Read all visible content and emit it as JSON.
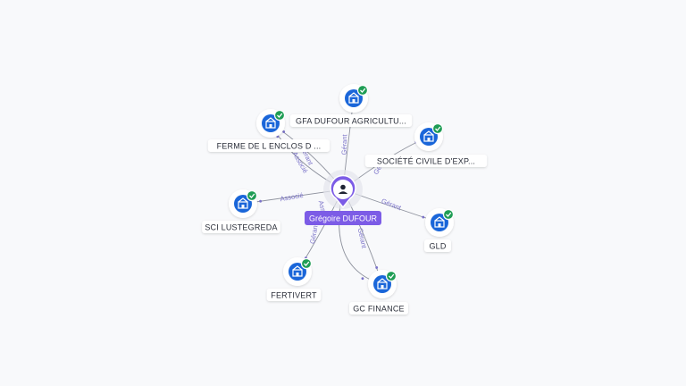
{
  "colors": {
    "accent": "#7c5ce6",
    "node_blue": "#1a66d9",
    "check_green": "#1f9d55",
    "edge": "#7a7f8c",
    "edge_label": "#7b73c9",
    "background": "#f8f9fb"
  },
  "center": {
    "name": "Grégoire DUFOUR",
    "icon": "person-icon"
  },
  "nodes": [
    {
      "id": "gfa",
      "label": "GFA DUFOUR AGRICULTU...",
      "icon": "company-icon",
      "verified": true
    },
    {
      "id": "ferme",
      "label": "FERME DE L ENCLOS D ...",
      "icon": "company-icon",
      "verified": true
    },
    {
      "id": "sci",
      "label": "SCI LUSTEGREDA",
      "icon": "company-icon",
      "verified": true
    },
    {
      "id": "fertivert",
      "label": "FERTIVERT",
      "icon": "company-icon",
      "verified": true
    },
    {
      "id": "gcfinance",
      "label": "GC FINANCE",
      "icon": "company-icon",
      "verified": true
    },
    {
      "id": "gld",
      "label": "GLD",
      "icon": "company-icon",
      "verified": true
    },
    {
      "id": "scea",
      "label": "SOCIÉTÉ CIVILE D'EXP...",
      "icon": "company-icon",
      "verified": true
    }
  ],
  "edges": [
    {
      "to": "gfa",
      "label": "Gérant"
    },
    {
      "to": "ferme",
      "label": "Gérant"
    },
    {
      "to": "ferme",
      "label": "Associé"
    },
    {
      "to": "sci",
      "label": "Associé"
    },
    {
      "to": "fertivert",
      "label": "Gérant"
    },
    {
      "to": "gcfinance",
      "label": "Gérant"
    },
    {
      "to": "gcfinance",
      "label": "Associé"
    },
    {
      "to": "gld",
      "label": "Gérant"
    },
    {
      "to": "scea",
      "label": "Gérant"
    }
  ]
}
